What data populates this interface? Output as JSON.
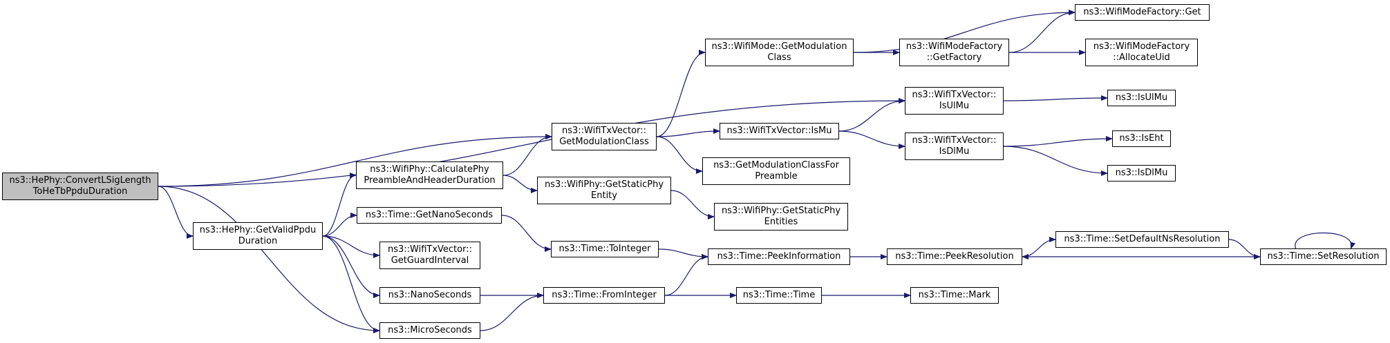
{
  "nodes": {
    "root": "ns3::HePhy::ConvertLSigLength\nToHeTbPpduDuration",
    "getValidPpdu": "ns3::HePhy::GetValidPpdu\nDuration",
    "calcPreamble": "ns3::WifiPhy::CalculatePhy\nPreambleAndHeaderDuration",
    "getNanoSeconds": "ns3::Time::GetNanoSeconds",
    "getGuardInterval": "ns3::WifiTxVector::\nGetGuardInterval",
    "nanoSeconds": "ns3::NanoSeconds",
    "microSeconds": "ns3::MicroSeconds",
    "txvGetModClass": "ns3::WifiTxVector::\nGetModulationClass",
    "getStaticPhyEntity": "ns3::WifiPhy::GetStaticPhy\nEntity",
    "toInteger": "ns3::Time::ToInteger",
    "fromInteger": "ns3::Time::FromInteger",
    "modeGetModClass": "ns3::WifiMode::GetModulation\nClass",
    "isMu": "ns3::WifiTxVector::IsMu",
    "getModClassForPreamble": "ns3::GetModulationClassFor\nPreamble",
    "getStaticPhyEntities": "ns3::WifiPhy::GetStaticPhy\nEntities",
    "peekInformation": "ns3::Time::PeekInformation",
    "timeCtor": "ns3::Time::Time",
    "factoryGetFactory": "ns3::WifiModeFactory\n::GetFactory",
    "txvIsUlMu": "ns3::WifiTxVector::\nIsUlMu",
    "txvIsDlMu": "ns3::WifiTxVector::\nIsDlMu",
    "peekResolution": "ns3::Time::PeekResolution",
    "timeMark": "ns3::Time::Mark",
    "factoryGet": "ns3::WifiModeFactory::Get",
    "factoryAllocateUid": "ns3::WifiModeFactory\n::AllocateUid",
    "isUlMu": "ns3::IsUlMu",
    "isEht": "ns3::IsEht",
    "isDlMu": "ns3::IsDlMu",
    "setDefaultNsResolution": "ns3::Time::SetDefaultNsResolution",
    "setResolution": "ns3::Time::SetResolution"
  },
  "edges": [
    [
      "root",
      "getValidPpdu"
    ],
    [
      "root",
      "txvGetModClass"
    ],
    [
      "root",
      "txvIsUlMu"
    ],
    [
      "root",
      "microSeconds"
    ],
    [
      "getValidPpdu",
      "calcPreamble"
    ],
    [
      "getValidPpdu",
      "getNanoSeconds"
    ],
    [
      "getValidPpdu",
      "getGuardInterval"
    ],
    [
      "getValidPpdu",
      "nanoSeconds"
    ],
    [
      "getValidPpdu",
      "microSeconds"
    ],
    [
      "calcPreamble",
      "txvGetModClass"
    ],
    [
      "calcPreamble",
      "getStaticPhyEntity"
    ],
    [
      "getNanoSeconds",
      "toInteger"
    ],
    [
      "nanoSeconds",
      "fromInteger"
    ],
    [
      "microSeconds",
      "fromInteger"
    ],
    [
      "txvGetModClass",
      "modeGetModClass"
    ],
    [
      "txvGetModClass",
      "isMu"
    ],
    [
      "txvGetModClass",
      "getModClassForPreamble"
    ],
    [
      "getStaticPhyEntity",
      "getStaticPhyEntities"
    ],
    [
      "toInteger",
      "peekInformation"
    ],
    [
      "fromInteger",
      "peekInformation"
    ],
    [
      "fromInteger",
      "timeCtor"
    ],
    [
      "modeGetModClass",
      "factoryGet"
    ],
    [
      "modeGetModClass",
      "factoryGetFactory"
    ],
    [
      "isMu",
      "txvIsUlMu"
    ],
    [
      "isMu",
      "txvIsDlMu"
    ],
    [
      "peekInformation",
      "peekResolution"
    ],
    [
      "timeCtor",
      "timeMark"
    ],
    [
      "factoryGetFactory",
      "factoryGet"
    ],
    [
      "factoryGetFactory",
      "factoryAllocateUid"
    ],
    [
      "txvIsUlMu",
      "isUlMu"
    ],
    [
      "txvIsDlMu",
      "isEht"
    ],
    [
      "txvIsDlMu",
      "isDlMu"
    ],
    [
      "peekResolution",
      "setDefaultNsResolution"
    ],
    [
      "setDefaultNsResolution",
      "setResolution"
    ],
    [
      "setResolution",
      "peekResolution"
    ],
    [
      "setResolution",
      "setResolution"
    ]
  ],
  "colors": {
    "edge": "#191970",
    "root_fill": "#bfbfbf",
    "node_fill": "#ffffff",
    "border": "#000000"
  }
}
